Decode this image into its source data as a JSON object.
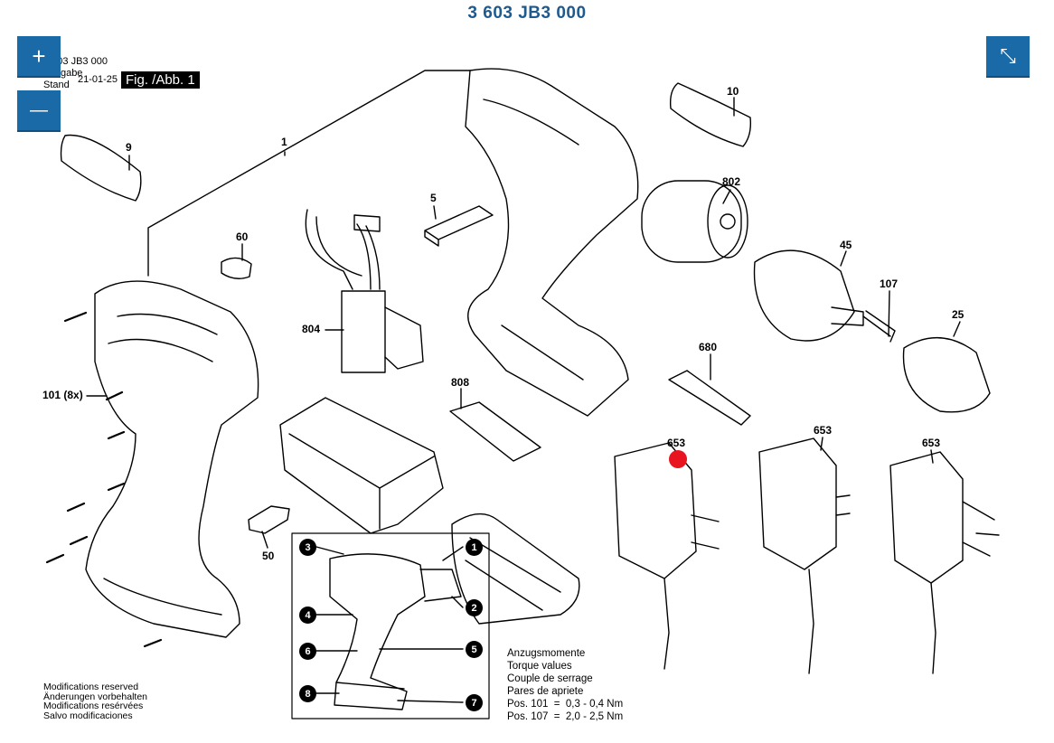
{
  "title": "3 603 JB3 000",
  "header": {
    "line1": "3 603 JB3 000",
    "line2_label": "Ausgabe",
    "line3_label": "Stand",
    "date": "21-01-25",
    "fig_label": "Fig. /Abb. 1"
  },
  "zoom": {
    "in_symbol": "+",
    "out_symbol": "—",
    "fit_symbol": "⤡"
  },
  "part_labels": {
    "p1": "1",
    "p9": "9",
    "p10": "10",
    "p5": "5",
    "p60": "60",
    "p802": "802",
    "p45": "45",
    "p107": "107",
    "p25": "25",
    "p804": "804",
    "p101": "101 (8x)",
    "p680": "680",
    "p808": "808",
    "p653a": "653",
    "p653b": "653",
    "p653c": "653",
    "p50": "50"
  },
  "callouts": [
    "1",
    "2",
    "3",
    "4",
    "5",
    "6",
    "7",
    "8"
  ],
  "torque": {
    "lines": [
      "Anzugsmomente",
      "Torque values",
      "Couple de serrage",
      "Pares de apriete"
    ],
    "pos101": "Pos. 101  =  0,3 - 0,4 Nm",
    "pos107": "Pos. 107  =  2,0 - 2,5 Nm"
  },
  "notes": [
    "Modifications reserved",
    "Änderungen vorbehalten",
    "Modifications resérvées",
    "Salvo modificaciones"
  ],
  "colors": {
    "accent": "#1a6aa7",
    "title": "#1f5a8e",
    "hotspot": "#e8141f"
  }
}
